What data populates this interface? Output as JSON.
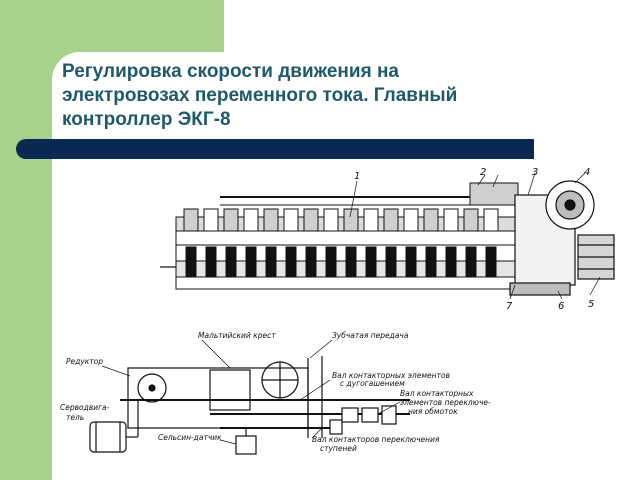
{
  "slide": {
    "title_lines": [
      "Регулировка скорости движения на",
      "электровозах переменного тока. Главный",
      "контроллер ЭКГ-8"
    ],
    "colors": {
      "accent_green": "#a9d18e",
      "title_text": "#1f5a6b",
      "rule_navy": "#0b2a52"
    }
  },
  "figure_top": {
    "callouts": [
      "1",
      "2",
      "3",
      "4",
      "5",
      "6",
      "7"
    ]
  },
  "figure_bottom": {
    "labels": {
      "maltese_cross": "Мальтийский крест",
      "gear_drive": "Зубчатая передача",
      "reducer": "Редуктор",
      "servo_motor_line1": "Серводвига-",
      "servo_motor_line2": "тель",
      "selsyn": "Сельсин-датчик",
      "shaft_arc_line1": "Вал контакторных элементов",
      "shaft_arc_line2": "с дугогашением",
      "shaft_nonarc_line1": "Вал контакторных",
      "shaft_nonarc_line2": "элементов переключе-",
      "shaft_nonarc_line3": "ния обмоток",
      "shaft_steps_line1": "Вал контакторов переключения",
      "shaft_steps_line2": "ступеней"
    }
  }
}
